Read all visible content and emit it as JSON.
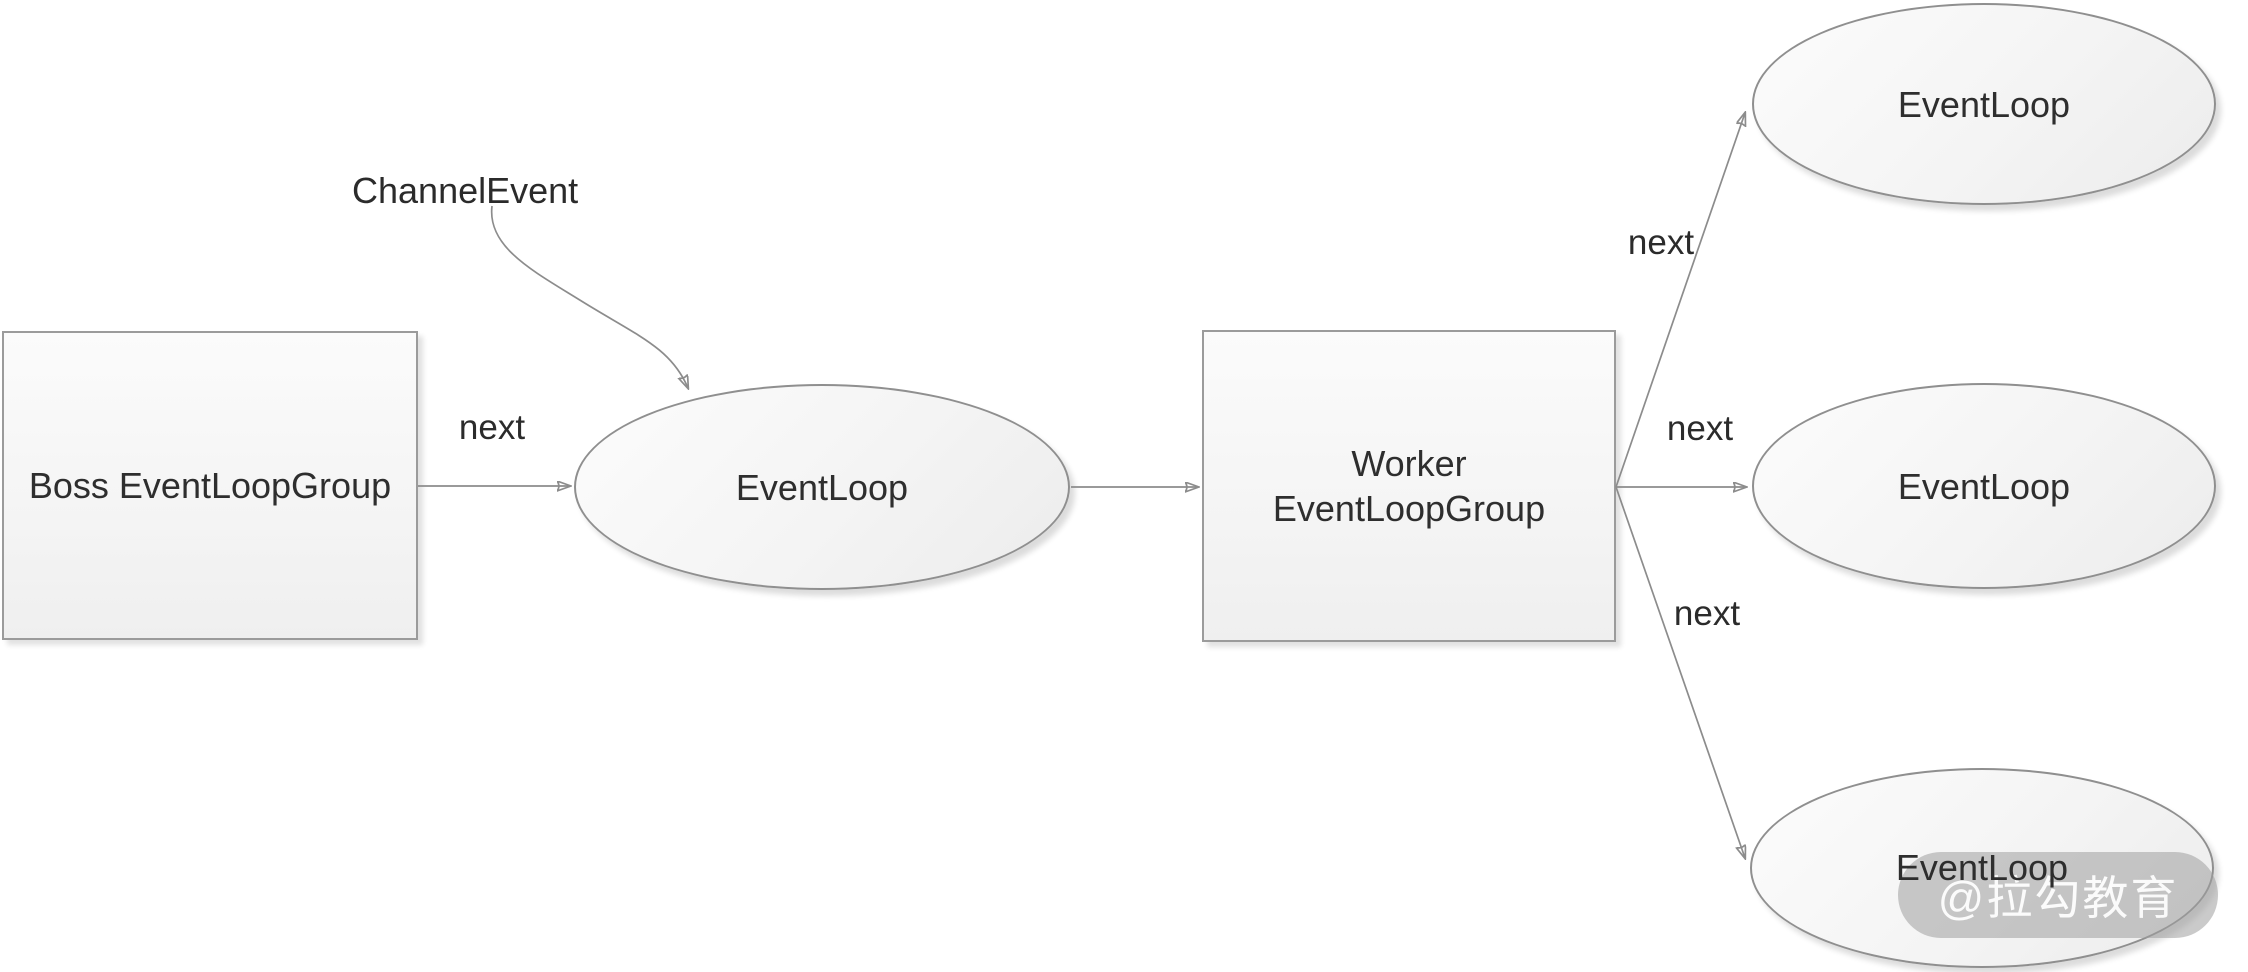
{
  "diagram": {
    "title_hint": "Netty EventLoopGroup dispatch diagram",
    "palette": {
      "background": "#ffffff",
      "node_fill_light": "#fcfcfc",
      "node_fill_dark": "#ececef",
      "node_border": "#9b9b9b",
      "edge_stroke": "#8c8c8c",
      "arrowhead": "#666666",
      "text": "#2e2e2e",
      "watermark_bg": "#9e9e9e",
      "watermark_text": "#ffffff"
    },
    "nodes": {
      "boss": {
        "label": "Boss EventLoopGroup",
        "shape": "rect"
      },
      "eventloop_main": {
        "label": "EventLoop",
        "shape": "ellipse"
      },
      "worker": {
        "label": "Worker\nEventLoopGroup",
        "shape": "rect"
      },
      "eventloop_top": {
        "label": "EventLoop",
        "shape": "ellipse"
      },
      "eventloop_middle": {
        "label": "EventLoop",
        "shape": "ellipse"
      },
      "eventloop_bottom": {
        "label": "EventLoop",
        "shape": "ellipse"
      }
    },
    "annotations": {
      "channel_event": "ChannelEvent"
    },
    "edges": {
      "boss_to_eventloop": {
        "label": "next"
      },
      "channelevent_to_eventloop": {
        "label": ""
      },
      "eventloop_to_worker": {
        "label": ""
      },
      "worker_to_top": {
        "label": "next"
      },
      "worker_to_middle": {
        "label": "next"
      },
      "worker_to_bottom": {
        "label": "next"
      }
    },
    "watermark": {
      "text": "@拉勾教育"
    }
  }
}
